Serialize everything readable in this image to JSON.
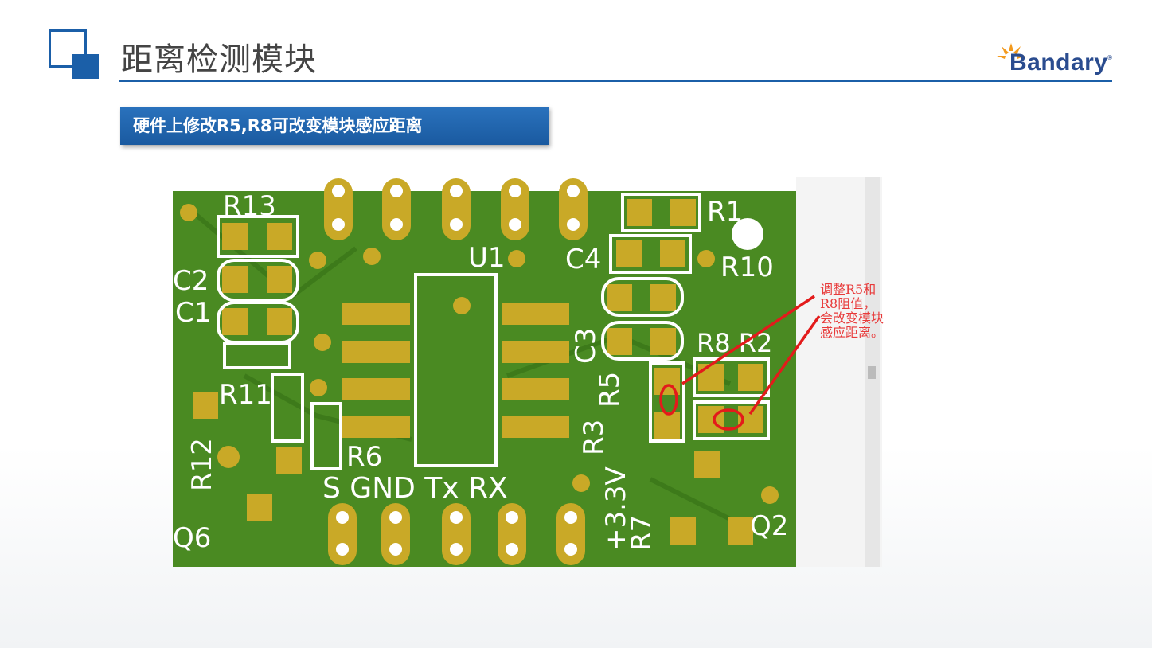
{
  "header": {
    "title": "距离检测模块",
    "logo": "Bandary",
    "logo_mark": "®"
  },
  "subtitle": "硬件上修改R5,R8可改变模块感应距离",
  "pcb": {
    "labels": {
      "r13": "R13",
      "c2": "C2",
      "c1": "C1",
      "r11": "R11",
      "r12": "R12",
      "q6": "Q6",
      "u1": "U1",
      "r6": "R6",
      "pins": "S GND Tx RX",
      "c4": "C4",
      "r1": "R1",
      "r10": "R10",
      "c3": "C3",
      "r8r2": "R8 R2",
      "r5": "R5",
      "r3": "R3",
      "v33": "+3.3V",
      "r7": "R7",
      "q2": "Q2"
    },
    "annotation": "调整R5和R8阻值，会改变模块感应距离。"
  },
  "colors": {
    "brand": "#1b5fa8",
    "board": "#4a8a22",
    "pad": "#c9a927",
    "annotation": "#e83a3a"
  }
}
